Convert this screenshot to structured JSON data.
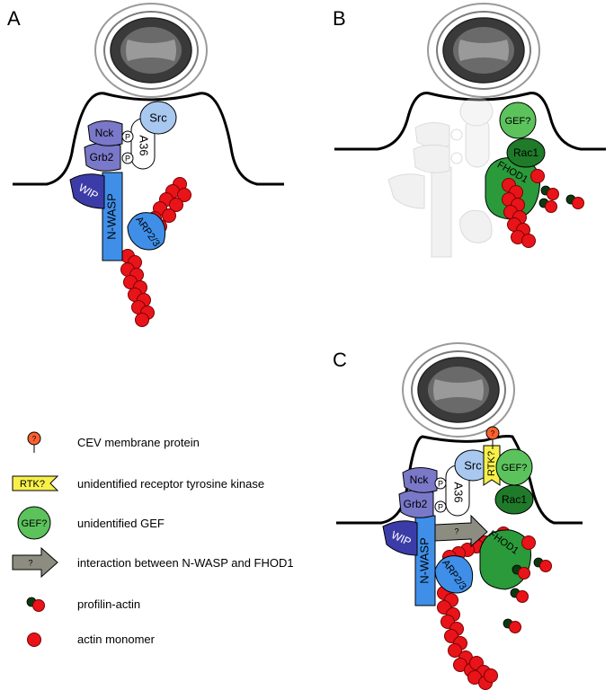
{
  "panels": {
    "a": "A",
    "b": "B",
    "c": "C"
  },
  "proteins": {
    "src": "Src",
    "a36": "A36",
    "nck": "Nck",
    "grb2": "Grb2",
    "p": "P",
    "wip": "WIP",
    "nwasp": "N-WASP",
    "arp23": "ARP2/3",
    "gef": "GEF?",
    "rac1": "Rac1",
    "fhod1": "FHOD1",
    "rtk": "RTK?",
    "q": "?"
  },
  "legend": [
    {
      "icon": "cev-membrane-protein-icon",
      "label": "CEV membrane protein"
    },
    {
      "icon": "rtk-icon",
      "label": "unidentified receptor tyrosine kinase"
    },
    {
      "icon": "gef-icon",
      "label": "unidentified GEF"
    },
    {
      "icon": "interaction-arrow-icon",
      "label": "interaction between N-WASP and FHOD1"
    },
    {
      "icon": "profilin-actin-icon",
      "label": "profilin-actin"
    },
    {
      "icon": "actin-monomer-icon",
      "label": "actin monomer"
    }
  ],
  "colors": {
    "actin": "#e8141a",
    "profilin": "#0c3a10",
    "nwasp": "#3f8fe8",
    "wip": "#3c3ca8",
    "nck": "#7a78c8",
    "src": "#a9c8f0",
    "gef": "#5cc25c",
    "rac1": "#1f7a2a",
    "fhod1": "#2a9a3a",
    "rtk": "#f8f04a",
    "cev": "#ff6030",
    "arrow": "#8c8c80"
  }
}
